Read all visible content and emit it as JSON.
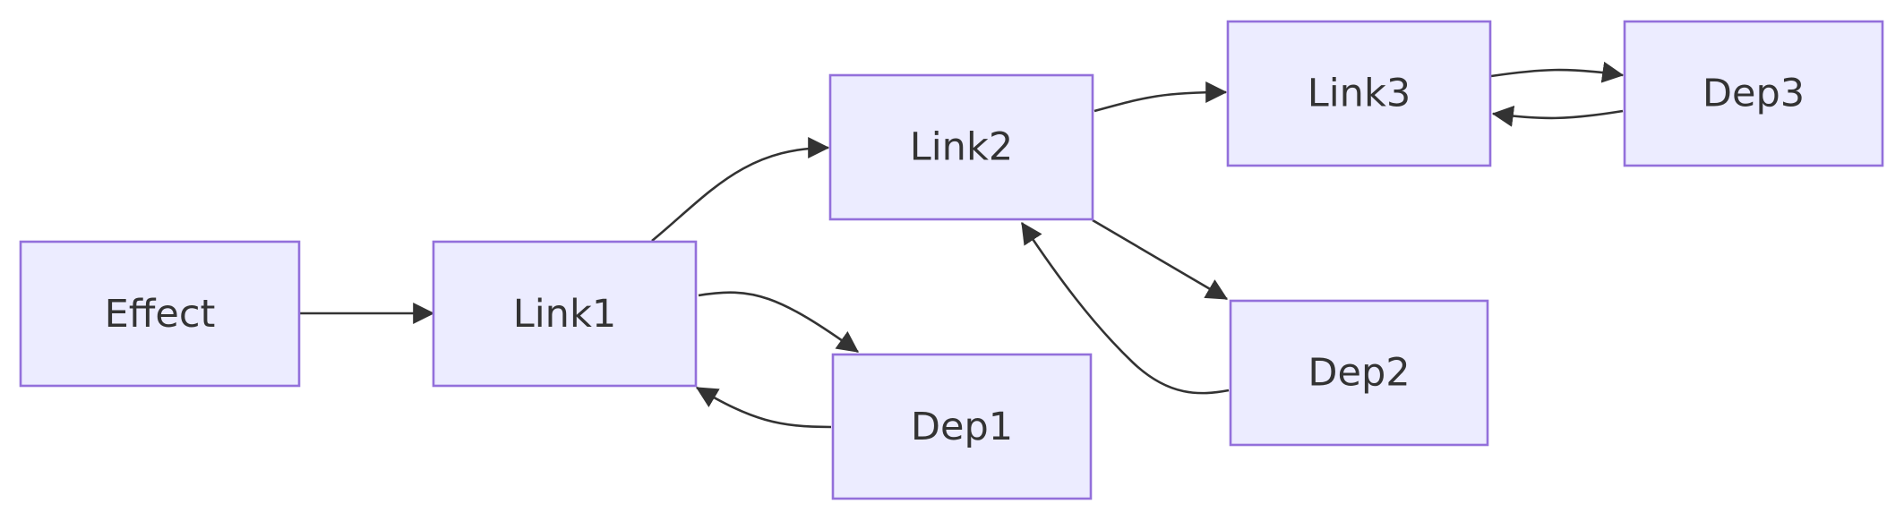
{
  "nodes": {
    "effect": "Effect",
    "link1": "Link1",
    "link2": "Link2",
    "link3": "Link3",
    "dep1": "Dep1",
    "dep2": "Dep2",
    "dep3": "Dep3"
  },
  "colors": {
    "node_fill": "#ECECFF",
    "node_stroke": "#9370DB",
    "edge": "#333333",
    "text": "#333333"
  },
  "edges": [
    {
      "from": "Effect",
      "to": "Link1"
    },
    {
      "from": "Link1",
      "to": "Link2"
    },
    {
      "from": "Link1",
      "to": "Dep1"
    },
    {
      "from": "Dep1",
      "to": "Link1"
    },
    {
      "from": "Link2",
      "to": "Link3"
    },
    {
      "from": "Link2",
      "to": "Dep2"
    },
    {
      "from": "Dep2",
      "to": "Link2"
    },
    {
      "from": "Link3",
      "to": "Dep3"
    },
    {
      "from": "Dep3",
      "to": "Link3"
    }
  ]
}
